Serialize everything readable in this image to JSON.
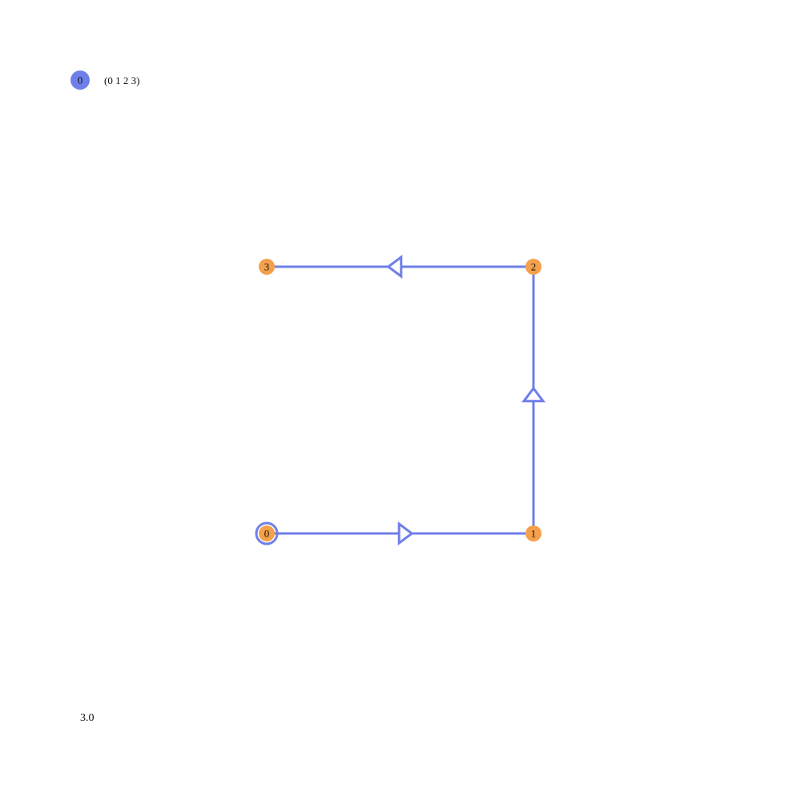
{
  "legend": {
    "path_id": "0",
    "path_label": "(0 1 2 3)"
  },
  "footer": {
    "value": "3.0"
  },
  "colors": {
    "path": "#6f7fea",
    "node": "#f5a04a",
    "text": "#111111",
    "background": "#ffffff"
  },
  "graph": {
    "start_node": "0",
    "nodes": [
      {
        "id": "0",
        "label": "0"
      },
      {
        "id": "1",
        "label": "1"
      },
      {
        "id": "2",
        "label": "2"
      },
      {
        "id": "3",
        "label": "3"
      }
    ],
    "edges": [
      {
        "from": "0",
        "to": "1"
      },
      {
        "from": "1",
        "to": "2"
      },
      {
        "from": "2",
        "to": "3"
      }
    ]
  }
}
